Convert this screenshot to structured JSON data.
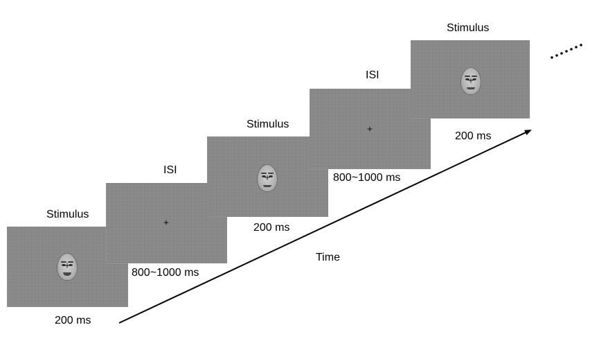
{
  "frames": [
    {
      "label": "Stimulus",
      "duration": "200 ms",
      "content": "happy-face",
      "fixation": "+"
    },
    {
      "label": "ISI",
      "duration": "800~1000 ms",
      "content": "fixation-cross",
      "fixation": "+"
    },
    {
      "label": "Stimulus",
      "duration": "200 ms",
      "content": "neutral-face",
      "fixation": "+"
    },
    {
      "label": "ISI",
      "duration": "800~1000 ms",
      "content": "fixation-cross",
      "fixation": "+"
    },
    {
      "label": "Stimulus",
      "duration": "200 ms",
      "content": "neutral-face",
      "fixation": "+"
    }
  ],
  "time_axis": {
    "label": "Time"
  },
  "continuation": "ellipsis-dots",
  "colors": {
    "screen": "#8a8a8a",
    "arrow": "#000000",
    "text": "#000000"
  }
}
